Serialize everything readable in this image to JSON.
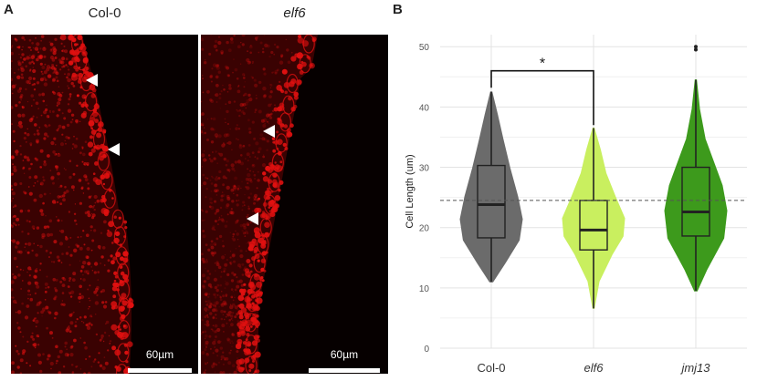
{
  "panel_a": {
    "letter": "A",
    "left_label": "Col-0",
    "right_label": "elf6",
    "scale_label_left": "60µm",
    "scale_label_right": "60µm"
  },
  "panel_b": {
    "letter": "B"
  },
  "colors": {
    "stain_red": "#e01010",
    "col0_violin": "#6b6b6b",
    "elf6_violin": "#c9ef5f",
    "jmj13_violin": "#3d9a1c"
  },
  "chart_data": {
    "type": "violin",
    "categories": [
      "Col-0",
      "elf6",
      "jmj13"
    ],
    "ylabel": "Cell Length (um)",
    "xlabel": "",
    "ylim": [
      0,
      52
    ],
    "yticks": [
      0,
      10,
      20,
      30,
      40,
      50
    ],
    "grid": true,
    "reference_line": 24.5,
    "significance": {
      "from": "Col-0",
      "to": "elf6",
      "label": "*"
    },
    "series": [
      {
        "category": "Col-0",
        "color": "#6b6b6b",
        "min": 11,
        "q1": 18.3,
        "median": 23.8,
        "q3": 30.3,
        "max": 42.5,
        "outliers": []
      },
      {
        "category": "elf6",
        "color": "#c9ef5f",
        "min": 6.6,
        "q1": 16.3,
        "median": 19.6,
        "q3": 24.5,
        "max": 36.5,
        "outliers": []
      },
      {
        "category": "jmj13",
        "color": "#3d9a1c",
        "min": 9.5,
        "q1": 18.6,
        "median": 22.6,
        "q3": 30.0,
        "max": 44.5,
        "outliers": [
          49.5,
          50.0
        ]
      }
    ]
  }
}
